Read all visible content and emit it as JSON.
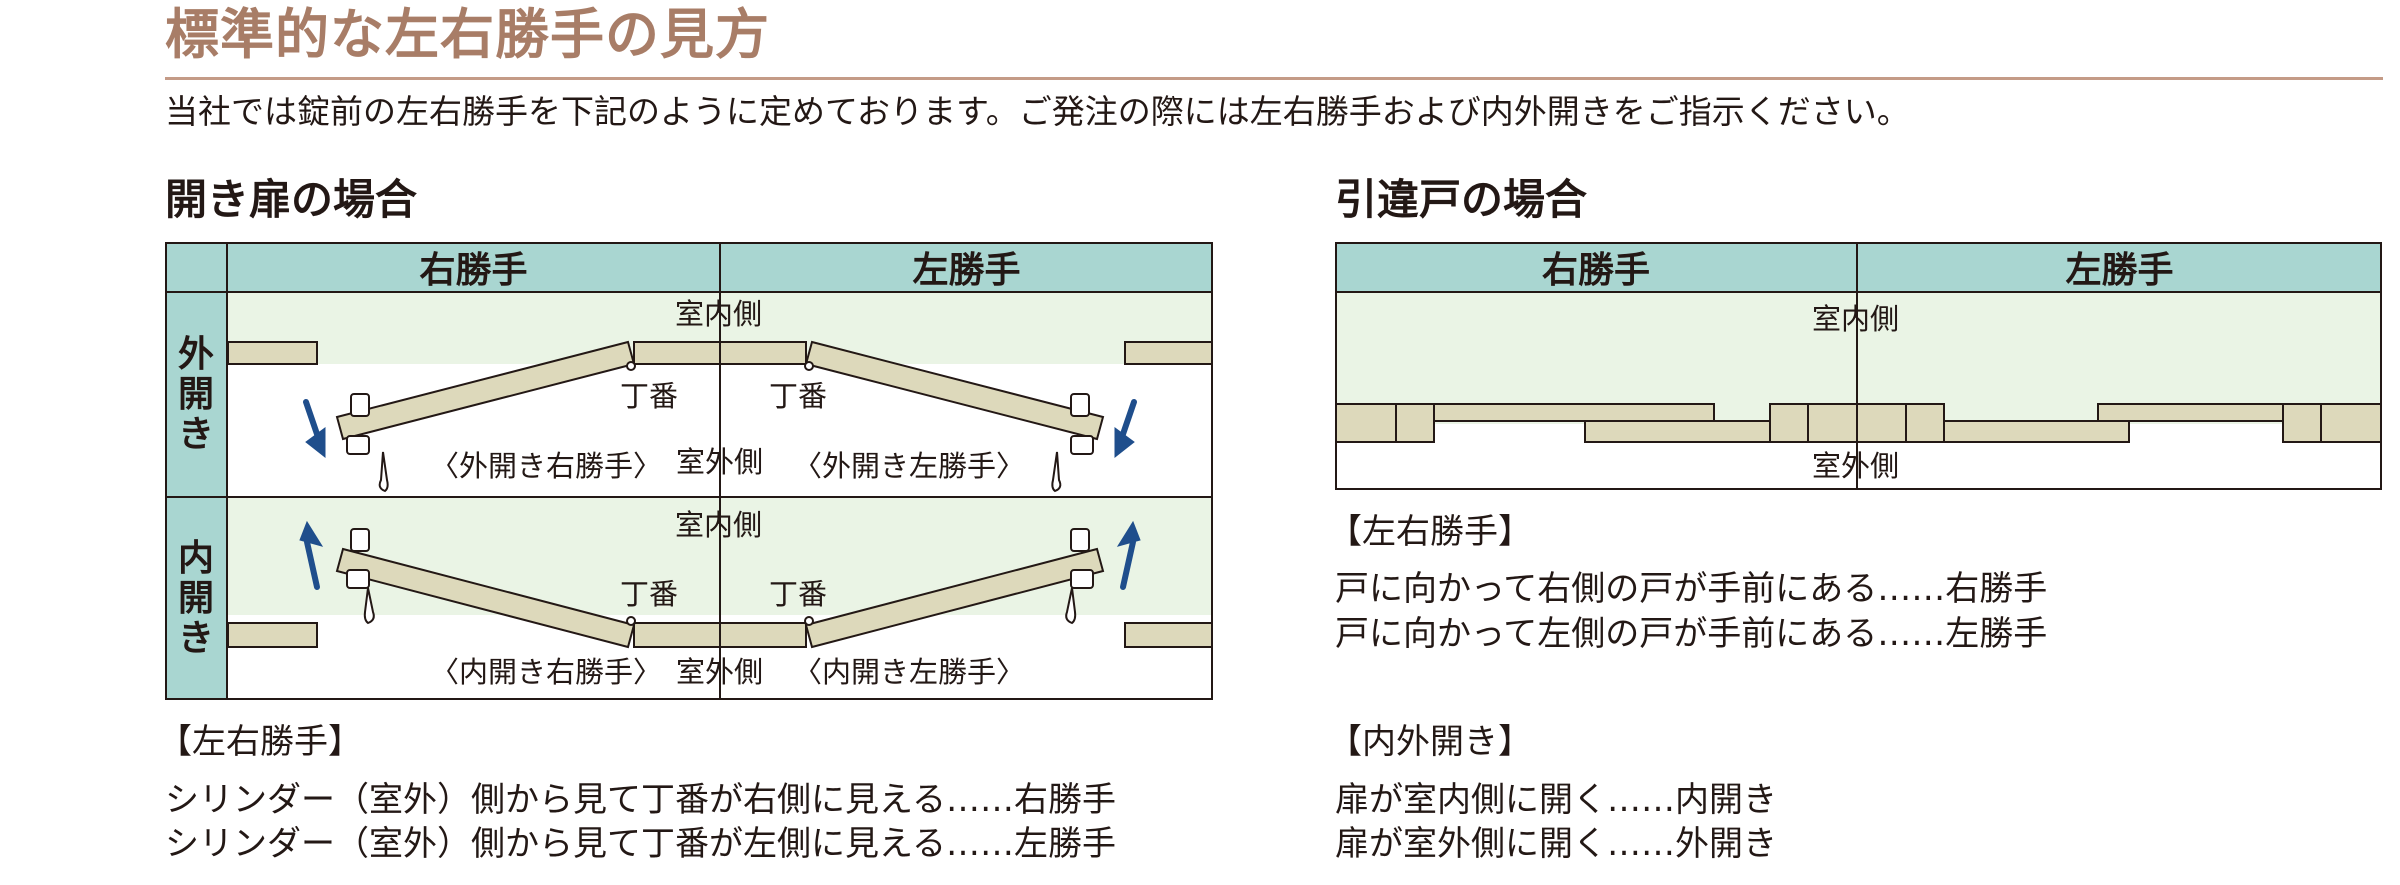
{
  "page": {
    "title": "標準的な左右勝手の見方",
    "intro": "当社では錠前の左右勝手を下記のように定めております。ご発注の際には左右勝手および内外開きをご指示ください。"
  },
  "swing_door": {
    "title": "開き扉の場合",
    "col_right": "右勝手",
    "col_left": "左勝手",
    "row_outward": [
      "外",
      "開",
      "き"
    ],
    "row_inward": [
      "内",
      "開",
      "き"
    ],
    "indoor": "室内側",
    "outdoor": "室外側",
    "hinge": "丁番",
    "outward_right": "〈外開き右勝手〉",
    "outward_left": "〈外開き左勝手〉",
    "inward_right": "〈内開き右勝手〉",
    "inward_left": "〈内開き左勝手〉",
    "note_title": "【左右勝手】",
    "note_lines": [
      "シリンダー（室外）側から見て丁番が右側に見える……右勝手",
      "シリンダー（室外）側から見て丁番が左側に見える……左勝手"
    ]
  },
  "sliding_door": {
    "title": "引違戸の場合",
    "col_right": "右勝手",
    "col_left": "左勝手",
    "indoor": "室内側",
    "outdoor": "室外側",
    "note_title": "【左右勝手】",
    "note_lines": [
      "戸に向かって右側の戸が手前にある……右勝手",
      "戸に向かって左側の戸が手前にある……左勝手"
    ]
  },
  "open_direction": {
    "note_title": "【内外開き】",
    "note_lines": [
      "扉が室内側に開く……内開き",
      "扉が室外側に開く……外開き"
    ]
  },
  "colors": {
    "title": "#a87d67",
    "header_fill": "#a9d6d1",
    "indoor_fill": "#eaf4e5",
    "door_fill": "#ddd9bb",
    "arrow": "#1f4e8c"
  }
}
